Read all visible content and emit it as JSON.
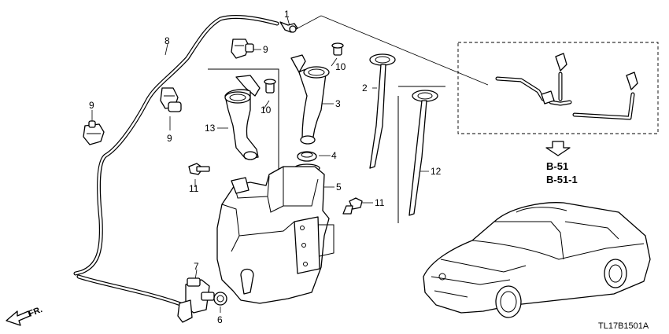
{
  "diagram": {
    "parts": [
      {
        "id": "1",
        "label": "1"
      },
      {
        "id": "2",
        "label": "2"
      },
      {
        "id": "3",
        "label": "3"
      },
      {
        "id": "4",
        "label": "4"
      },
      {
        "id": "5",
        "label": "5"
      },
      {
        "id": "6",
        "label": "6"
      },
      {
        "id": "7",
        "label": "7"
      },
      {
        "id": "8",
        "label": "8"
      },
      {
        "id": "9a",
        "label": "9"
      },
      {
        "id": "9b",
        "label": "9"
      },
      {
        "id": "9c",
        "label": "9"
      },
      {
        "id": "10a",
        "label": "10"
      },
      {
        "id": "10b",
        "label": "10"
      },
      {
        "id": "11a",
        "label": "11"
      },
      {
        "id": "11b",
        "label": "11"
      },
      {
        "id": "12",
        "label": "12"
      },
      {
        "id": "13",
        "label": "13"
      }
    ],
    "references": [
      "B-51",
      "B-51-1"
    ],
    "direction_label": "FR.",
    "drawing_code": "TL17B1501A"
  }
}
